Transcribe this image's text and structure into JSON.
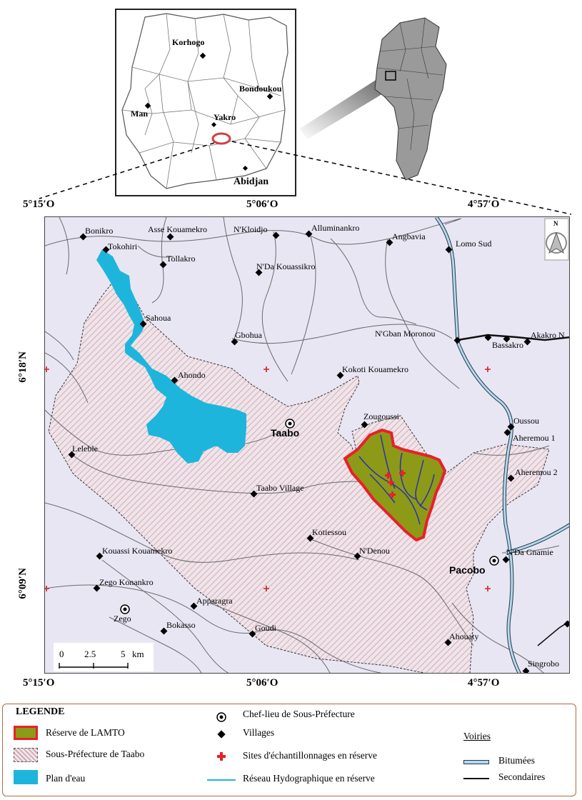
{
  "inset": {
    "cities": [
      "Korhogo",
      "Bondoukou",
      "Man",
      "Yakro",
      "Abidjan"
    ]
  },
  "coordinates": {
    "lon_labels": [
      "5°15′O",
      "5°06′O",
      "4°57′O"
    ],
    "lat_labels": [
      "6°18′N",
      "6°09′N"
    ]
  },
  "map": {
    "north_label": "N",
    "villages": [
      "Bonikro",
      "Asse Kouamekro",
      "N'Kloidjo",
      "Alluminankro",
      "Angbavia",
      "Lomo Sud",
      "Tokohiri",
      "Tollakro",
      "N'Da Kouassikro",
      "Sahoua",
      "Gbohua",
      "N'Gban Moronou",
      "Bassakro",
      "Akakro N",
      "Kokoti Kouamekro",
      "Ahondo",
      "Zougoussi",
      "Oussou",
      "Aheremou 1",
      "Leleble",
      "Aheremou 2",
      "Taabo Village",
      "Kotiessou",
      "Kouassi Kouamekro",
      "N'Denou",
      "N'Da Gnamie",
      "Zego Konankro",
      "Apparagra",
      "Bokasso",
      "Goudi",
      "Ahouaty",
      "Singrobo"
    ],
    "chef_lieux": [
      "Taabo",
      "Pacobo",
      "Zego"
    ],
    "scale_bar": {
      "ticks": [
        "0",
        "2.5",
        "5"
      ],
      "unit": "km"
    }
  },
  "legend": {
    "title": "LEGENDE",
    "reserve": "Réserve de LAMTO",
    "sous_prefecture": "Sous-Préfecture de Taabo",
    "plan_eau": "Plan d'eau",
    "chef_lieu": "Chef-lieu de Sous-Préfecture",
    "villages": "Villages",
    "sites": "Sites d'échantillonnages en réserve",
    "reseau": "Réseau Hydographique en réserve",
    "voiries_title": "Voiries",
    "bitumees": "Bitumées",
    "secondaires": "Secondaires"
  },
  "colors": {
    "water": "#1eb5dc",
    "reserve_fill": "#8c9a18",
    "reserve_border": "#e8202a",
    "prefecture_hatch": "#c9a0a8",
    "map_background": "#e9e6f4",
    "road_paved": "#5aa0c8",
    "sample_sites": "#e8202a"
  }
}
